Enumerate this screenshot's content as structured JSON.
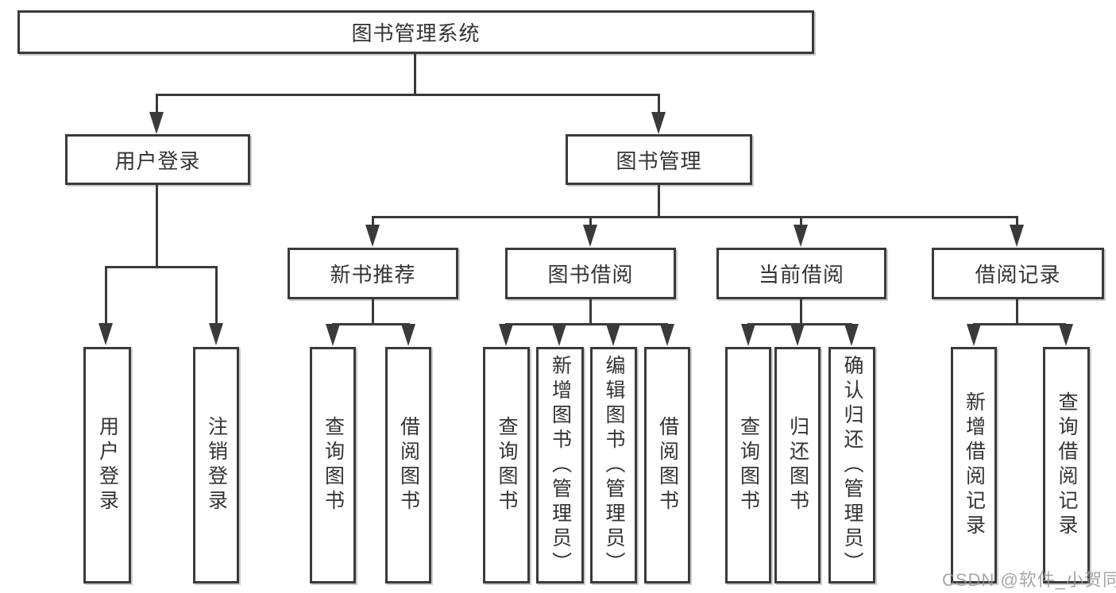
{
  "diagram": {
    "title": "图书管理系统",
    "root": {
      "label": "图书管理系统"
    },
    "level2": [
      {
        "id": "user-login",
        "label": "用户登录"
      },
      {
        "id": "book-management",
        "label": "图书管理"
      }
    ],
    "level3": [
      {
        "id": "new-book-recommend",
        "label": "新书推荐",
        "parent": "图书管理"
      },
      {
        "id": "book-borrow",
        "label": "图书借阅",
        "parent": "图书管理"
      },
      {
        "id": "current-borrow",
        "label": "当前借阅",
        "parent": "图书管理"
      },
      {
        "id": "borrow-records",
        "label": "借阅记录",
        "parent": "图书管理"
      }
    ],
    "leaves": [
      {
        "id": "leaf-user-login",
        "label": "用户登录",
        "parent": "用户登录"
      },
      {
        "id": "leaf-logout",
        "label": "注销登录",
        "parent": "用户登录"
      },
      {
        "id": "leaf-query-books-recommend",
        "label": "查询图书",
        "parent": "新书推荐"
      },
      {
        "id": "leaf-borrow-books-recommend",
        "label": "借阅图书",
        "parent": "新书推荐"
      },
      {
        "id": "leaf-query-books-borrow",
        "label": "查询图书",
        "parent": "图书借阅"
      },
      {
        "id": "leaf-add-books-admin",
        "label": "新增图书（管理员）",
        "parent": "图书借阅"
      },
      {
        "id": "leaf-edit-books-admin",
        "label": "编辑图书（管理员）",
        "parent": "图书借阅"
      },
      {
        "id": "leaf-borrow-books",
        "label": "借阅图书",
        "parent": "图书借阅"
      },
      {
        "id": "leaf-query-books-current",
        "label": "查询图书",
        "parent": "当前借阅"
      },
      {
        "id": "leaf-return-books",
        "label": "归还图书",
        "parent": "当前借阅"
      },
      {
        "id": "leaf-confirm-return-admin",
        "label": "确认归还（管理员）",
        "parent": "当前借阅"
      },
      {
        "id": "leaf-add-borrow-record",
        "label": "新增借阅记录",
        "parent": "借阅记录"
      },
      {
        "id": "leaf-query-borrow-record",
        "label": "查询借阅记录",
        "parent": "借阅记录"
      }
    ]
  },
  "watermark": {
    "text": "CSDN @软件_小贺同学"
  },
  "colors": {
    "line": "#3a3a3a",
    "text": "#333333",
    "box_background": "#ffffff",
    "watermark": "#969696"
  }
}
